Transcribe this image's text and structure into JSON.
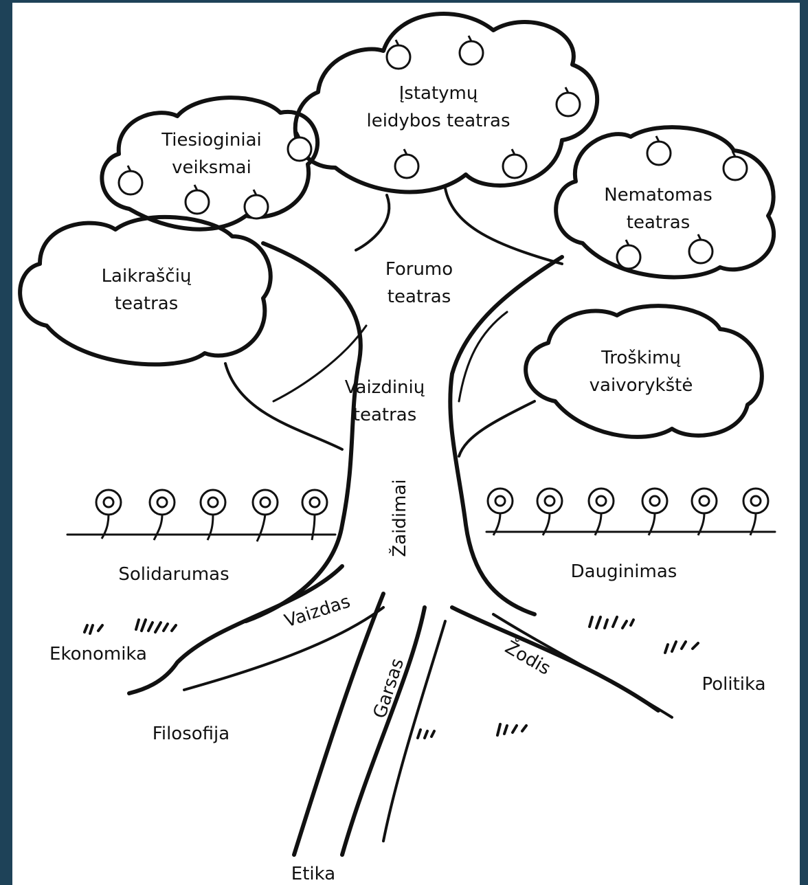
{
  "crowns": [
    {
      "id": "istatymu",
      "line1": "Įstatymų",
      "line2": "leidybos teatras"
    },
    {
      "id": "tiesioginiai",
      "line1": "Tiesioginiai",
      "line2": "veiksmai"
    },
    {
      "id": "nematomas",
      "line1": "Nematomas",
      "line2": "teatras"
    },
    {
      "id": "laikrasciu",
      "line1": "Laikraščių",
      "line2": "teatras"
    },
    {
      "id": "troskimu",
      "line1": "Troškimų",
      "line2": "vaivorykštė"
    }
  ],
  "trunk": {
    "forumo": {
      "line1": "Forumo",
      "line2": "teatras"
    },
    "vaizdiniu": {
      "line1": "Vaizdinių",
      "line2": "teatras"
    },
    "zaidimai": "Žaidimai"
  },
  "branches": {
    "solidarumas": "Solidarumas",
    "dauginimas": "Dauginimas"
  },
  "roots": {
    "vaizdas": "Vaizdas",
    "garsas": "Garsas",
    "zodis": "Žodis"
  },
  "ground": {
    "ekonomika": "Ekonomika",
    "filosofija": "Filosofija",
    "etika": "Etika",
    "politika": "Politika"
  },
  "colors": {
    "background": "#1e4258",
    "panel": "#ffffff",
    "ink": "#111111"
  }
}
